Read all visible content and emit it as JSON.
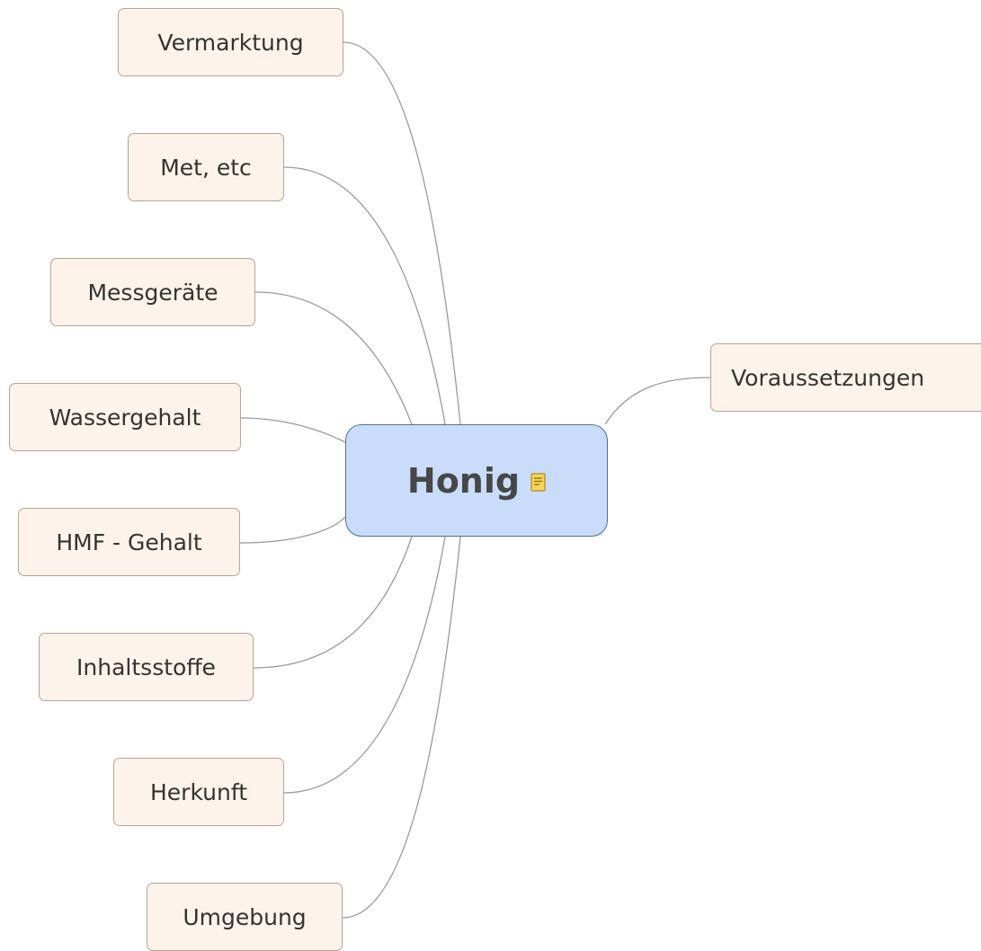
{
  "root": {
    "label": "Honig",
    "icon": "note-icon"
  },
  "left_topics": [
    {
      "label": "Vermarktung"
    },
    {
      "label": "Met, etc"
    },
    {
      "label": "Messgeräte"
    },
    {
      "label": "Wassergehalt"
    },
    {
      "label": "HMF - Gehalt"
    },
    {
      "label": "Inhaltsstoffe"
    },
    {
      "label": "Herkunft"
    },
    {
      "label": "Umgebung"
    }
  ],
  "right_topics": [
    {
      "label": "Voraussetzungen"
    }
  ],
  "colors": {
    "root_fill": "#c9ddfb",
    "root_border": "#50709c",
    "topic_fill": "#fef3ea",
    "topic_border": "#b9a390",
    "connector": "#9a9a9a"
  }
}
